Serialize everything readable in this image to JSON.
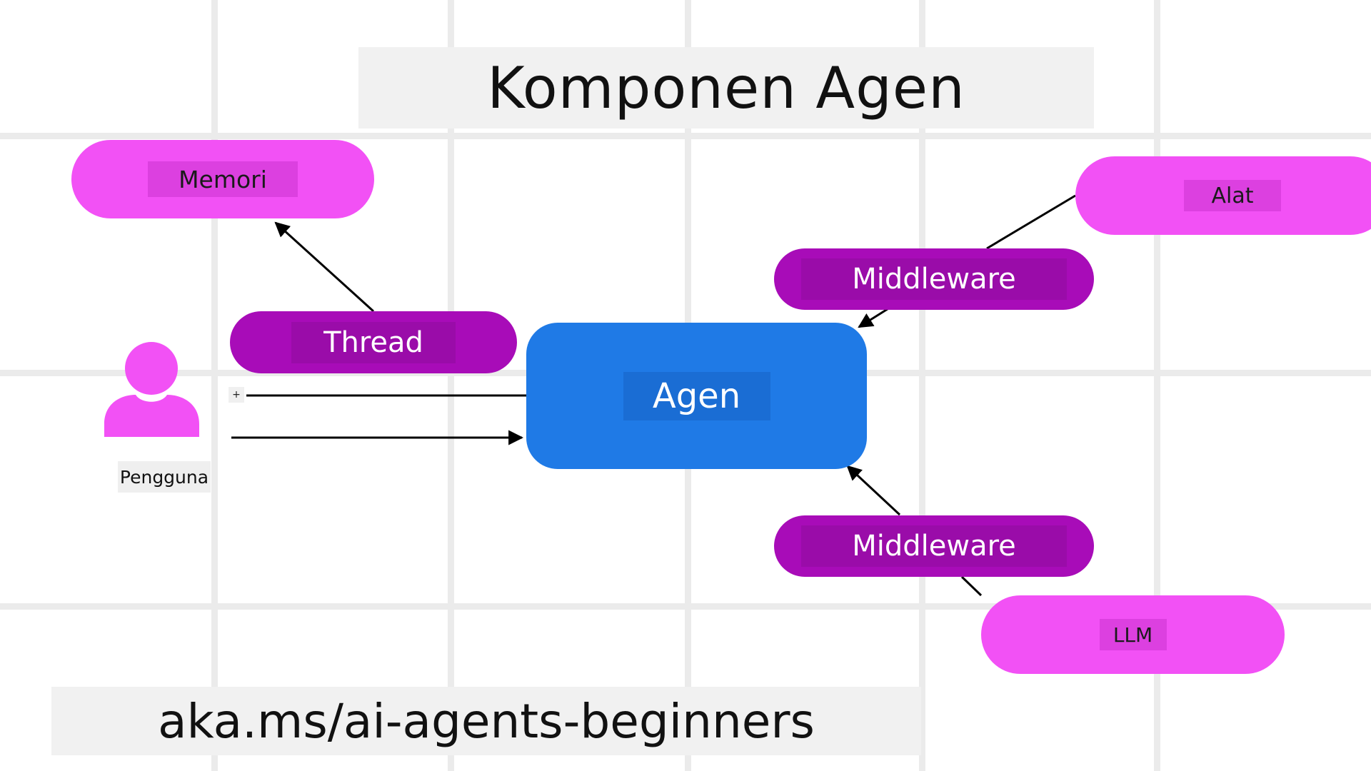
{
  "title": "Komponen Agen",
  "footer": "aka.ms/ai-agents-beginners",
  "nodes": {
    "memory": "Memori",
    "thread": "Thread",
    "user": "Pengguna",
    "agent": "Agen",
    "tools": "Alat",
    "middleware_top": "Middleware",
    "middleware_bottom": "Middleware",
    "llm": "LLM"
  },
  "plus_symbol": "+",
  "colors": {
    "light_pill": "#f251f5",
    "dark_pill": "#a80cb8",
    "agent": "#1f7ae6",
    "background": "#ffffff",
    "grid": "#ebebeb"
  }
}
